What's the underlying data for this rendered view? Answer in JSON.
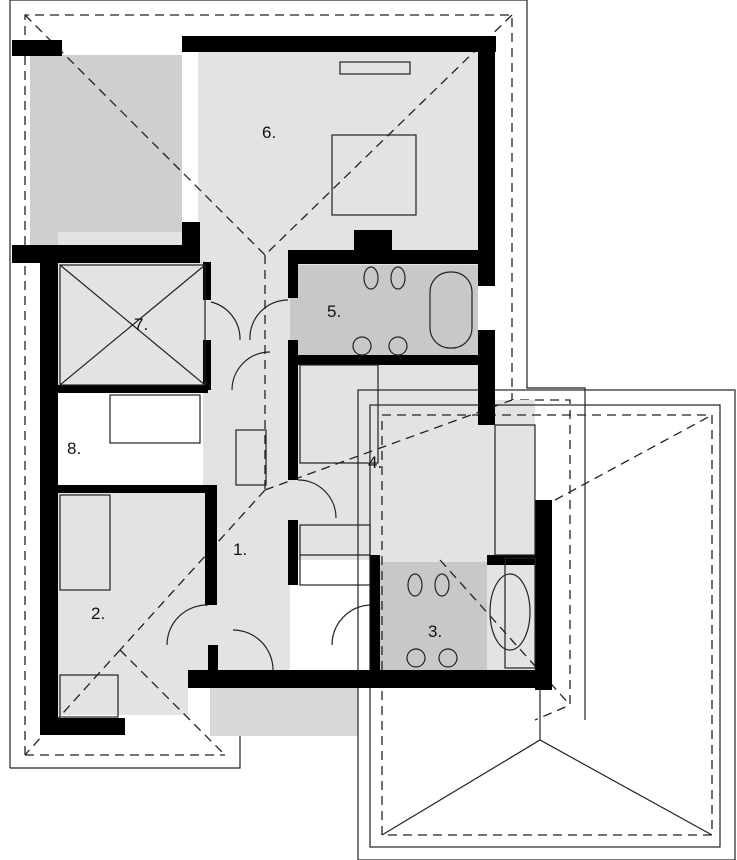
{
  "title": "Floor plan - upper floor",
  "rooms": [
    {
      "number": "6."
    },
    {
      "number": "7."
    },
    {
      "number": "5."
    },
    {
      "number": "8."
    },
    {
      "number": "4."
    },
    {
      "number": "1."
    },
    {
      "number": "2."
    },
    {
      "number": "3."
    }
  ],
  "colors": {
    "floor": "#e3e3e3",
    "wet_room": "#c8c8c8",
    "balcony": "#cfcfcf",
    "wall": "#000000"
  }
}
